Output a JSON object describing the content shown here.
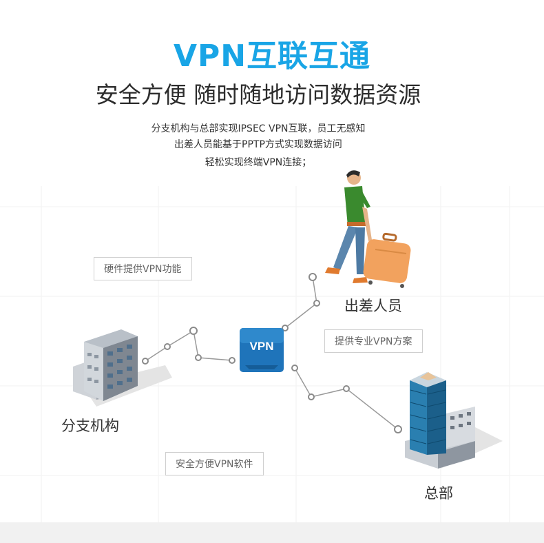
{
  "header": {
    "title": "VPN互联互通",
    "subtitle": "安全方便 随时随地访问数据资源",
    "description": [
      "分支机构与总部实现IPSEC VPN互联，员工无感知",
      "出差人员能基于PPTP方式实现数据访问",
      "轻松实现终端VPN连接；"
    ]
  },
  "hub": {
    "label": "VPN"
  },
  "tags": {
    "hardware": "硬件提供VPN功能",
    "professional": "提供专业VPN方案",
    "software": "安全方便VPN软件"
  },
  "nodes": {
    "traveler": "出差人员",
    "branch": "分支机构",
    "headquarters": "总部"
  },
  "colors": {
    "title": "#19a5e6",
    "hub": "#1f74ba",
    "shirt": "#3a8a2e",
    "suitcase": "#f2a25e"
  }
}
